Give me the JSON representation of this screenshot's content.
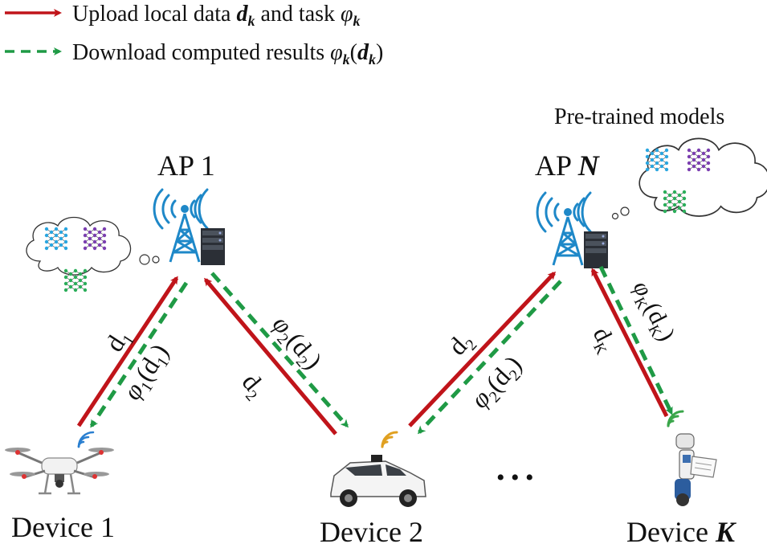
{
  "legend": {
    "upload": {
      "text": "Upload local data ",
      "var_d": "d",
      "sub_k": "k",
      "mid": " and task ",
      "var_phi": "φ",
      "sub_k2": "k",
      "color": "#c0141a"
    },
    "download": {
      "text": "Download computed results ",
      "expr": "φ",
      "sub_k": "k",
      "open": "(",
      "var_d": "d",
      "sub_k2": "k",
      "close": ")",
      "color": "#1f9a45"
    }
  },
  "caption": "Pre-trained models",
  "aps": [
    {
      "prefix": "AP ",
      "num": "1"
    },
    {
      "prefix": "AP ",
      "num": "N"
    }
  ],
  "devices": [
    {
      "prefix": "Device ",
      "num": "1"
    },
    {
      "prefix": "Device ",
      "num": "2"
    },
    {
      "prefix": "Device ",
      "num": "K"
    }
  ],
  "ellipsis": "• • •",
  "links": [
    {
      "up": "d",
      "up_sub": "1",
      "down": "φ",
      "down_sub": "1",
      "down_arg": "d",
      "down_arg_sub": "1"
    },
    {
      "up": "d",
      "up_sub": "2",
      "down": "φ",
      "down_sub": "2",
      "down_arg": "d",
      "down_arg_sub": "2"
    },
    {
      "up": "d",
      "up_sub": "2",
      "down": "φ",
      "down_sub": "2",
      "down_arg": "d",
      "down_arg_sub": "2"
    },
    {
      "up": "d",
      "up_sub": "K",
      "down": "φ",
      "down_sub": "K",
      "down_arg": "d",
      "down_arg_sub": "K"
    }
  ],
  "colors": {
    "upload": "#c0141a",
    "download": "#1f9a45",
    "tower": "#1e88c8",
    "server": "#2b2f36"
  }
}
